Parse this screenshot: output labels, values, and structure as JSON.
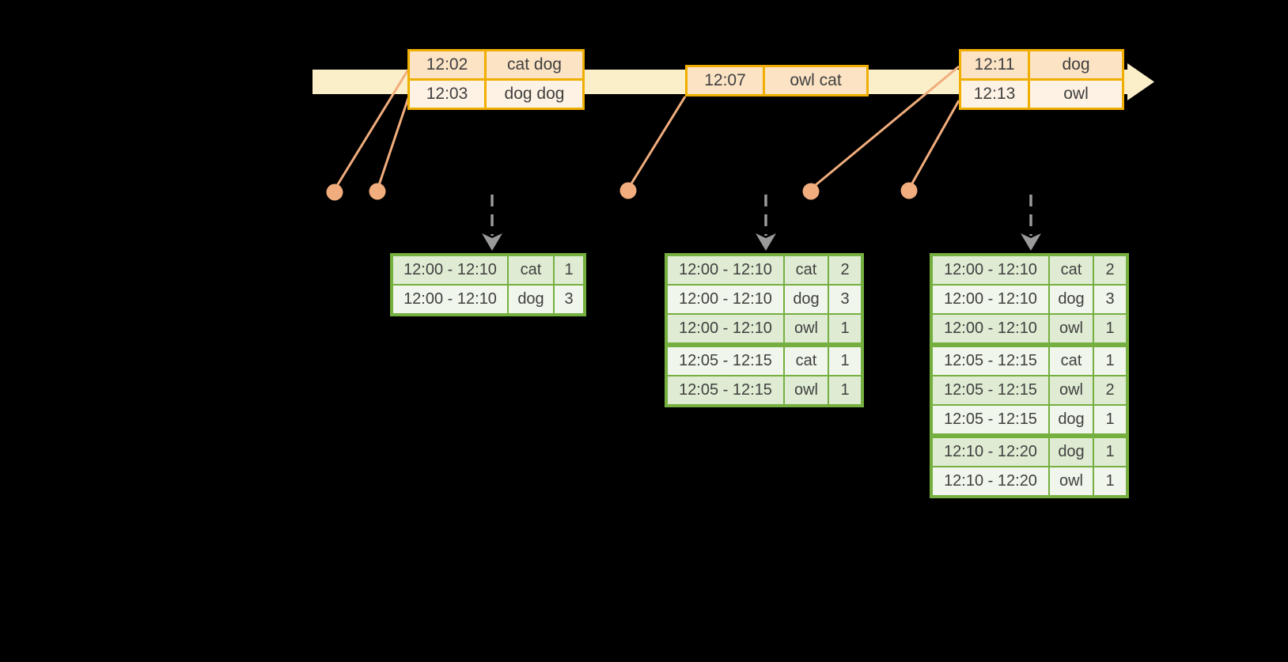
{
  "diagram_title": "windowed-word-count-stream-diagram",
  "colors": {
    "background": "#000000",
    "timeline_band": "#FBEFC9",
    "event_table_border": "#F0AE00",
    "event_row_dark": "#FBE3C4",
    "event_row_light": "#FDF2E3",
    "connector_salmon": "#F1AD7D",
    "trigger_arrow_gray": "#9A9A9A",
    "result_table_border": "#75AF40",
    "result_row_dark": "#DFECD3",
    "result_row_light": "#F0F6EB",
    "text": "#404040"
  },
  "event_tables": [
    {
      "rows": [
        {
          "time": "12:02",
          "words": "cat dog"
        },
        {
          "time": "12:03",
          "words": "dog dog"
        }
      ]
    },
    {
      "rows": [
        {
          "time": "12:07",
          "words": "owl cat"
        }
      ]
    },
    {
      "rows": [
        {
          "time": "12:11",
          "words": "dog"
        },
        {
          "time": "12:13",
          "words": "owl"
        }
      ]
    }
  ],
  "result_tables": [
    {
      "rows": [
        {
          "window": "12:00 - 12:10",
          "word": "cat",
          "count": "1"
        },
        {
          "window": "12:00 - 12:10",
          "word": "dog",
          "count": "3"
        }
      ]
    },
    {
      "rows": [
        {
          "window": "12:00 - 12:10",
          "word": "cat",
          "count": "2"
        },
        {
          "window": "12:00 - 12:10",
          "word": "dog",
          "count": "3"
        },
        {
          "window": "12:00 - 12:10",
          "word": "owl",
          "count": "1"
        },
        {
          "window": "12:05 - 12:15",
          "word": "cat",
          "count": "1"
        },
        {
          "window": "12:05 - 12:15",
          "word": "owl",
          "count": "1"
        }
      ]
    },
    {
      "rows": [
        {
          "window": "12:00 - 12:10",
          "word": "cat",
          "count": "2"
        },
        {
          "window": "12:00 - 12:10",
          "word": "dog",
          "count": "3"
        },
        {
          "window": "12:00 - 12:10",
          "word": "owl",
          "count": "1"
        },
        {
          "window": "12:05 - 12:15",
          "word": "cat",
          "count": "1"
        },
        {
          "window": "12:05 - 12:15",
          "word": "owl",
          "count": "2"
        },
        {
          "window": "12:05 - 12:15",
          "word": "dog",
          "count": "1"
        },
        {
          "window": "12:10 - 12:20",
          "word": "dog",
          "count": "1"
        },
        {
          "window": "12:10 - 12:20",
          "word": "owl",
          "count": "1"
        }
      ]
    }
  ]
}
